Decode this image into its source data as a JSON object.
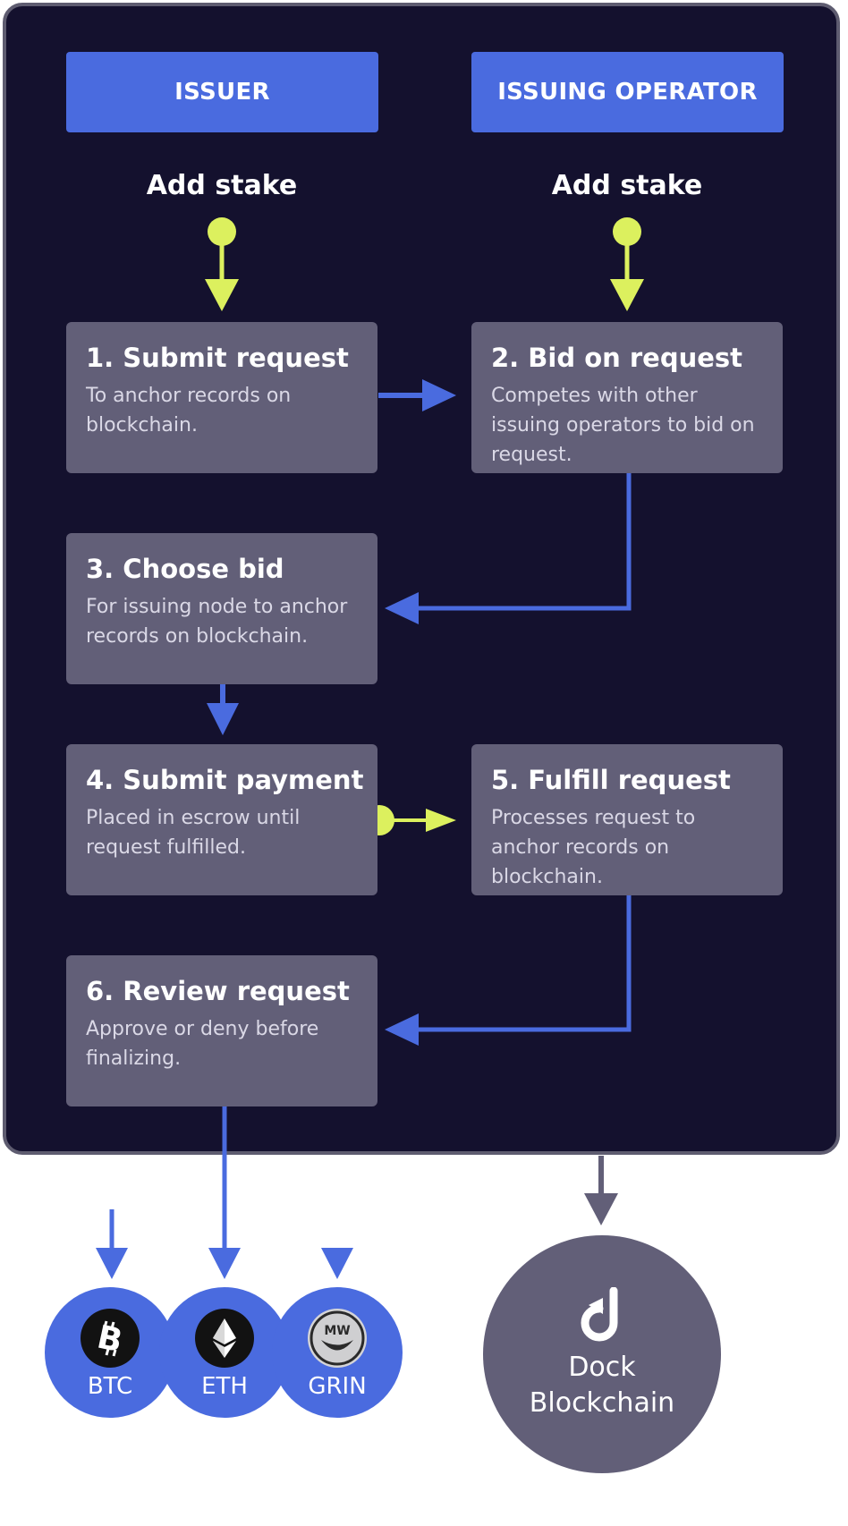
{
  "headers": {
    "issuer": "ISSUER",
    "operator": "ISSUING OPERATOR"
  },
  "stake": {
    "left": "Add stake",
    "right": "Add stake"
  },
  "steps": [
    {
      "title": "1. Submit request",
      "desc": "To anchor records on blockchain."
    },
    {
      "title": "2. Bid on request",
      "desc": "Competes with other issuing operators to bid on request."
    },
    {
      "title": "3. Choose bid",
      "desc": "For issuing node to anchor records on blockchain."
    },
    {
      "title": "4. Submit payment",
      "desc": "Placed in escrow until request fulfilled."
    },
    {
      "title": "5. Fulfill request",
      "desc": "Processes request to anchor records on blockchain."
    },
    {
      "title": "6. Review request",
      "desc": "Approve or deny before finalizing."
    }
  ],
  "chains": [
    {
      "label": "BTC",
      "icon": "bitcoin-icon"
    },
    {
      "label": "ETH",
      "icon": "ethereum-icon"
    },
    {
      "label": "GRIN",
      "icon": "grin-icon"
    }
  ],
  "dock": {
    "label_line1": "Dock",
    "label_line2": "Blockchain",
    "icon": "dock-logo-icon"
  },
  "colors": {
    "panel": "#14112e",
    "accent": "#4a6bdf",
    "box": "#625f78",
    "stake": "#dcf05e",
    "white": "#ffffff"
  }
}
